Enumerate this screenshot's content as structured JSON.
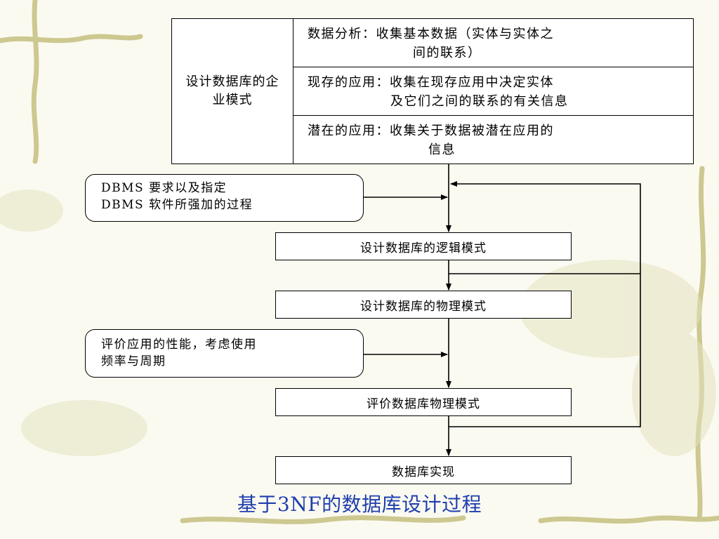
{
  "colors": {
    "line": "#000000",
    "caption": "#1f3fae",
    "background": "#fbfaf1",
    "vine": "#c9c48e"
  },
  "enterprise_model": {
    "label": "设计数据库的企业模式",
    "rows": [
      {
        "line1": "数据分析：收集基本数据（实体与实体之",
        "line2": "间的联系）"
      },
      {
        "line1": "现存的应用：收集在现存应用中决定实体",
        "line2": "及它们之间的联系的有关信息"
      },
      {
        "line1": "潜在的应用：收集关于数据被潜在应用的",
        "line2": "信息"
      }
    ]
  },
  "notes": {
    "dbms": {
      "line1": "DBMS 要求以及指定",
      "line2": "DBMS 软件所强加的过程"
    },
    "evaluation": {
      "line1": "评价应用的性能，考虑使用",
      "line2": "频率与周期"
    }
  },
  "steps": {
    "logical": "设计数据库的逻辑模式",
    "physical": "设计数据库的物理模式",
    "evaluate": "评价数据库物理模式",
    "implement": "数据库实现"
  },
  "caption": "基于3NF的数据库设计过程"
}
